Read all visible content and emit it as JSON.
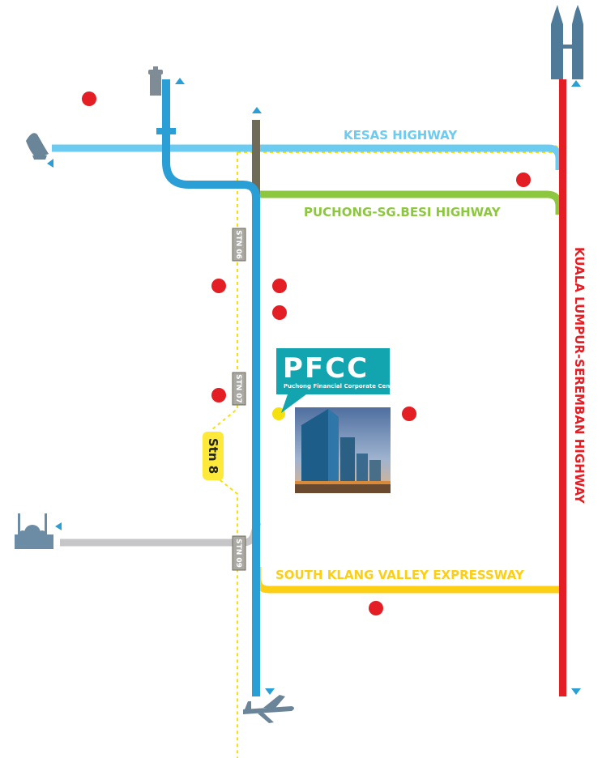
{
  "roads": {
    "kesas": "KESAS HIGHWAY",
    "puchong": "PUCHONG-SG.BESI HIGHWAY",
    "klseremban": "KUALA LUMPUR-SEREMBAN HIGHWAY",
    "sky": "SOUTH KLANG VALLEY EXPRESSWAY"
  },
  "stations": {
    "stn06": "STN 06",
    "stn07": "STN 07",
    "stn08": "Stn 8",
    "stn09": "STN 09"
  },
  "pfcc": {
    "logo": "PFCC",
    "full_name": "Puchong Financial Corporate Centre"
  },
  "colors": {
    "blue_line": "#2a9fd6",
    "kesas": "#6ccbf0",
    "puchong": "#8dc63f",
    "klseremban": "#e31e24",
    "sky": "#fccf14",
    "grey_line": "#c6c6c9",
    "olive_line": "#6e6b58",
    "rail_dotted": "#f5e10e",
    "poi_dot": "#e31e24",
    "pfcc_teal": "#12a5b0"
  }
}
